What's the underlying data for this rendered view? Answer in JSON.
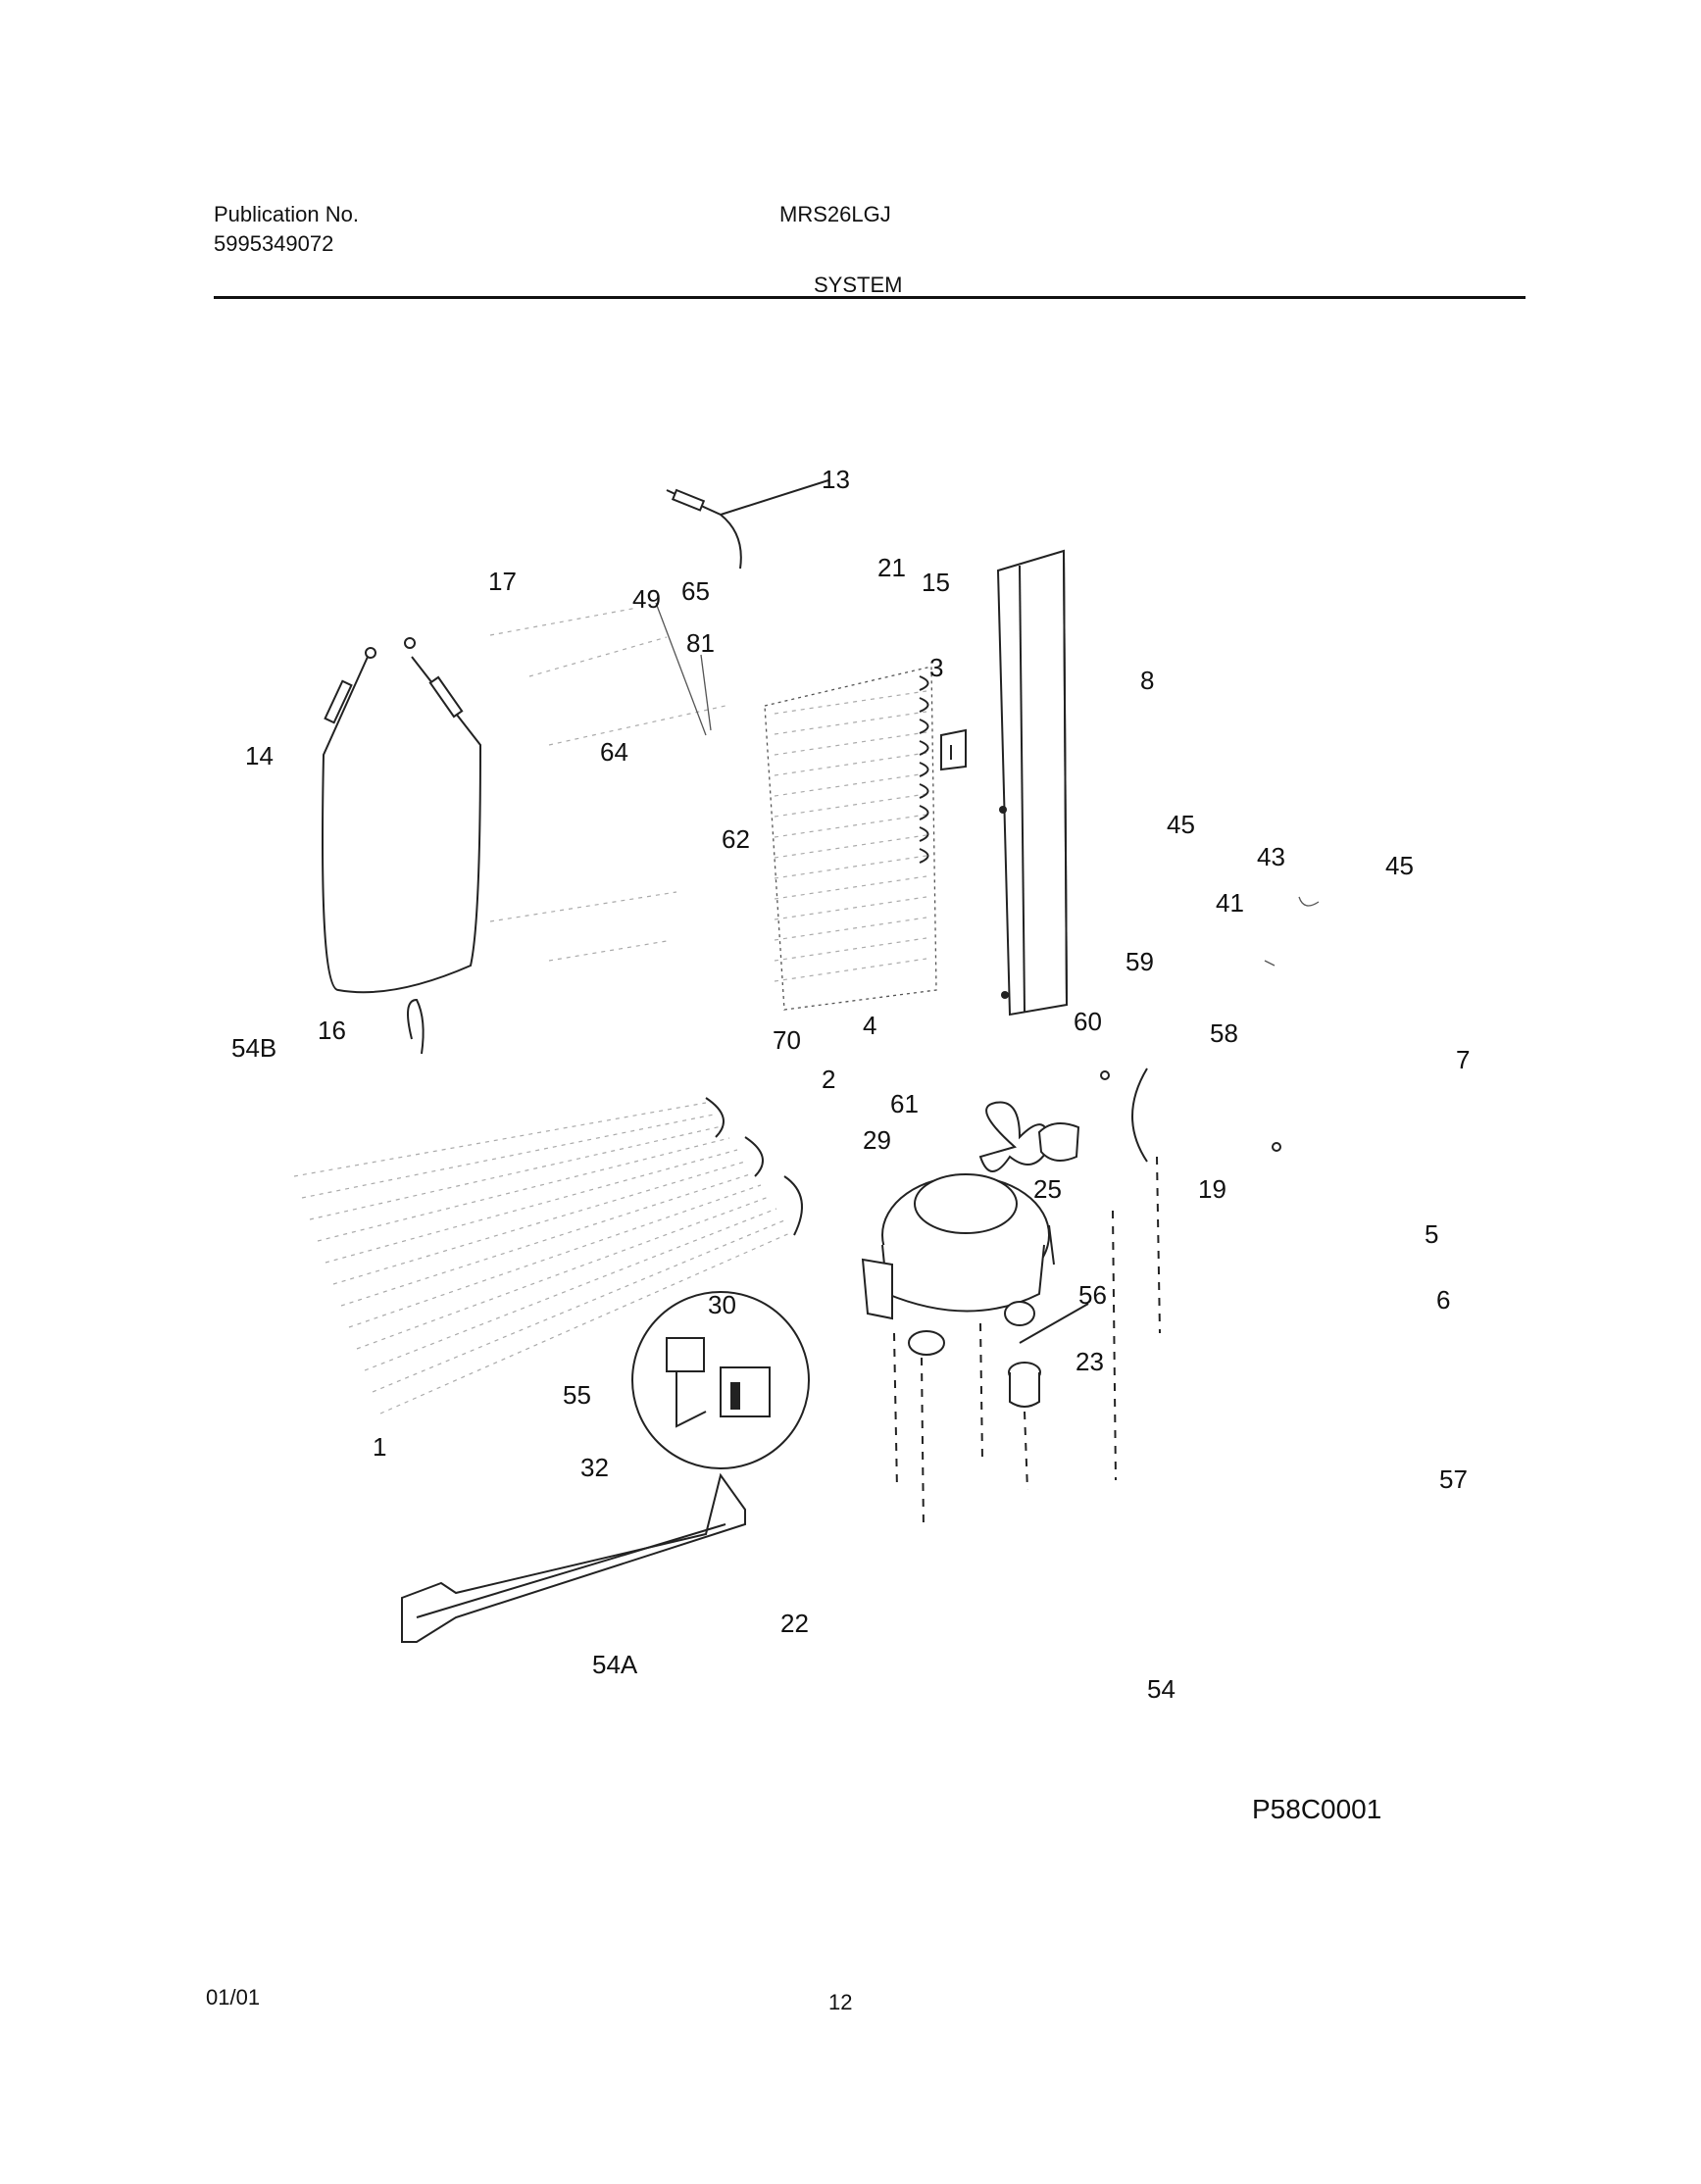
{
  "header": {
    "publication_label": "Publication No.",
    "publication_number": "5995349072",
    "model": "MRS26LGJ",
    "section": "SYSTEM"
  },
  "diagram": {
    "code": "P58C0001",
    "callouts": [
      "13",
      "17",
      "49",
      "65",
      "21",
      "15",
      "81",
      "3",
      "8",
      "14",
      "64",
      "62",
      "45",
      "43",
      "45",
      "41",
      "59",
      "54B",
      "16",
      "70",
      "4",
      "60",
      "58",
      "7",
      "2",
      "61",
      "29",
      "25",
      "19",
      "5",
      "6",
      "30",
      "56",
      "23",
      "55",
      "1",
      "32",
      "57",
      "22",
      "54A",
      "54"
    ]
  },
  "footer": {
    "date": "01/01",
    "page": "12"
  }
}
